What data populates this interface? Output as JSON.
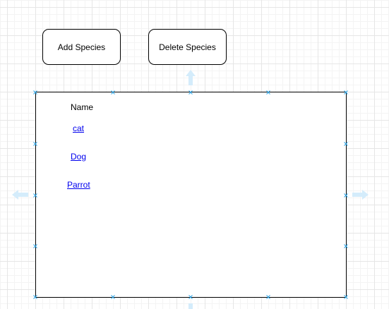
{
  "buttons": {
    "add_label": "Add Species",
    "delete_label": "Delete Species"
  },
  "species_table": {
    "column_header": "Name",
    "items": [
      "cat",
      "Dog",
      "Parrot"
    ]
  },
  "colors": {
    "link": "#0000ee",
    "selection_handle": "#29a3e6",
    "connection_arrow": "#d4ecfb",
    "border": "#000000"
  },
  "icons": {
    "handles": "x-marker-icon",
    "arrows": "connection-arrow-icon"
  }
}
